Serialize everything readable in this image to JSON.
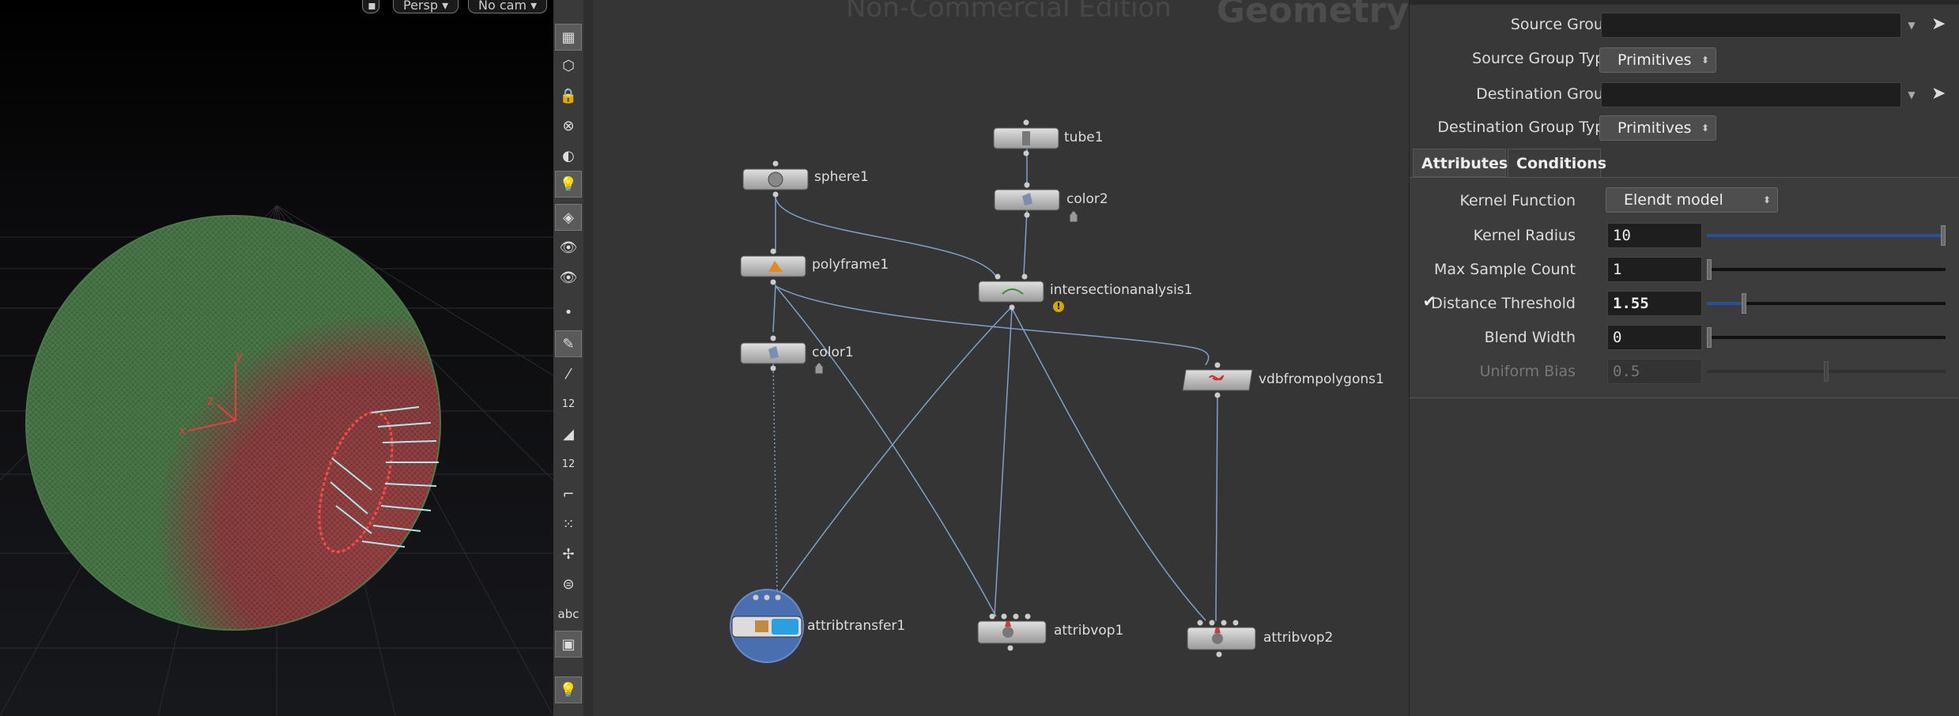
{
  "viewport": {
    "view_menu": "Persp",
    "cam_menu": "No cam"
  },
  "toolbar": {
    "particle_size_label": "12",
    "point_number_label": "12",
    "text_tool_label": "abc"
  },
  "network": {
    "watermark": "Non-Commercial Edition",
    "context": "Geometry",
    "nodes": {
      "sphere1": "sphere1",
      "tube1": "tube1",
      "color2": "color2",
      "polyframe1": "polyframe1",
      "intersectionanalysis1": "intersectionanalysis1",
      "color1": "color1",
      "vdbfrompolygons1": "vdbfrompolygons1",
      "attribtransfer1": "attribtransfer1",
      "attribvop1": "attribvop1",
      "attribvop2": "attribvop2"
    },
    "warning_glyph": "!"
  },
  "params": {
    "source_group_label": "Source Group",
    "source_group_value": "",
    "source_group_type_label": "Source Group Type",
    "source_group_type_value": "Primitives",
    "destination_group_label": "Destination Group",
    "destination_group_value": "",
    "destination_group_type_label": "Destination Group Type",
    "destination_group_type_value": "Primitives",
    "tabs": [
      "Attributes",
      "Conditions"
    ],
    "kernel_function_label": "Kernel Function",
    "kernel_function_value": "Elendt model",
    "kernel_radius_label": "Kernel Radius",
    "kernel_radius_value": "10",
    "kernel_radius_fraction": 1.0,
    "max_sample_count_label": "Max Sample Count",
    "max_sample_count_value": "1",
    "max_sample_count_fraction": 0.0,
    "distance_threshold_enabled": true,
    "distance_threshold_label": "Distance Threshold",
    "distance_threshold_value": "1.55",
    "distance_threshold_fraction": 0.155,
    "blend_width_label": "Blend Width",
    "blend_width_value": "0",
    "blend_width_fraction": 0.0,
    "uniform_bias_label": "Uniform Bias",
    "uniform_bias_value": "0.5",
    "uniform_bias_fraction": 0.5
  },
  "colors": {
    "accent_blue": "#2850a0",
    "sphere_green": "#3c6a3c",
    "sphere_red": "#7a3030",
    "warning": "#d0a800"
  }
}
